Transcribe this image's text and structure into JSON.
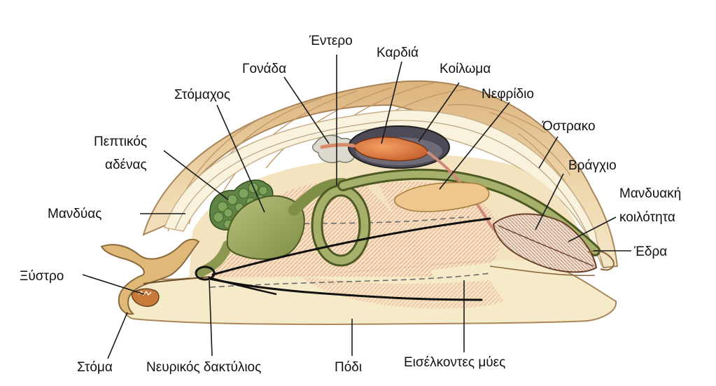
{
  "labels": {
    "entero": "Έντερο",
    "kardia": "Καρδιά",
    "gonada": "Γονάδα",
    "koiloma": "Κοίλωμα",
    "stomachos": "Στόμαχος",
    "nefridio": "Νεφρίδιο",
    "peptikos_1": "Πεπτικός",
    "peptikos_2": "αδένας",
    "ostrako": "Όστρακο",
    "vragchio": "Βράγχιο",
    "mandyas": "Μανδύας",
    "mandyaki_1": "Μανδυακή",
    "mandyaki_2": "κοιλότητα",
    "xystro": "Ξύστρο",
    "edra": "Έδρα",
    "stoma": "Στόμα",
    "neurikos": "Νευρικός δακτύλιος",
    "podi": "Πόδι",
    "eiselkontes": "Εισέλκοντες μύες"
  },
  "colors": {
    "shell": "#e7c99a",
    "shell_ridge": "#c9a270",
    "mantle": "#f6efd0",
    "foot": "#f7ecc8",
    "muscle": "#e7a585",
    "gut": "#9aa65c",
    "gland": "#5f8445",
    "heart": "#d9773d",
    "cavity": "#5a5562",
    "nerve": "#111111"
  }
}
